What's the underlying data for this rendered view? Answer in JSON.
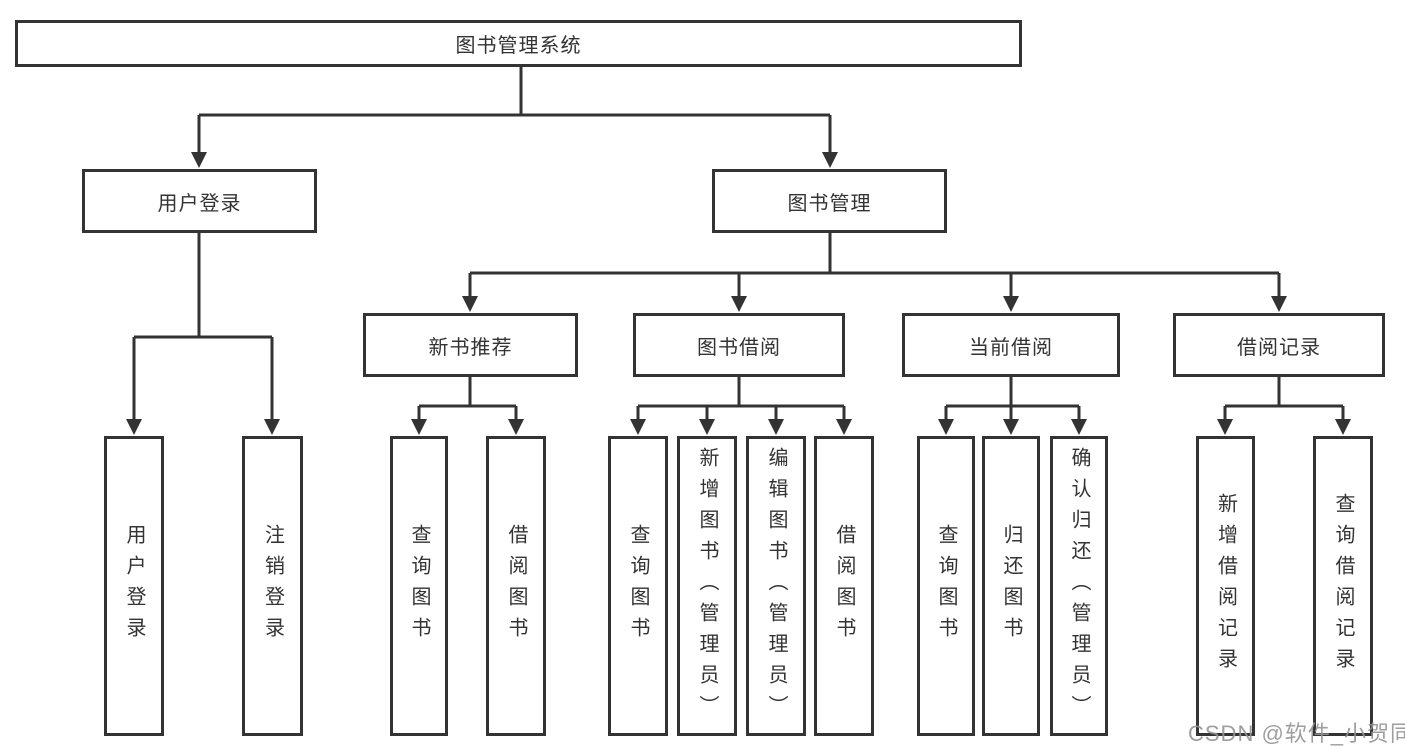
{
  "diagram": {
    "root": {
      "label": "图书管理系统"
    },
    "branches": [
      {
        "label": "用户登录",
        "leaves": [
          "用户登录",
          "注销登录"
        ]
      },
      {
        "label": "图书管理",
        "children": [
          {
            "label": "新书推荐",
            "leaves": [
              "查询图书",
              "借阅图书"
            ]
          },
          {
            "label": "图书借阅",
            "leaves": [
              "查询图书",
              "新增图书（管理员）",
              "编辑图书（管理员）",
              "借阅图书"
            ]
          },
          {
            "label": "当前借阅",
            "leaves": [
              "查询图书",
              "归还图书",
              "确认归还（管理员）"
            ]
          },
          {
            "label": "借阅记录",
            "leaves": [
              "新增借阅记录",
              "查询借阅记录"
            ]
          }
        ]
      }
    ]
  },
  "watermark": "CSDN @软件_小贺同学",
  "colors": {
    "line": "#333333",
    "text": "#333333",
    "box_background": "#ffffff",
    "watermark": "#949494",
    "background": "#ffffff"
  }
}
